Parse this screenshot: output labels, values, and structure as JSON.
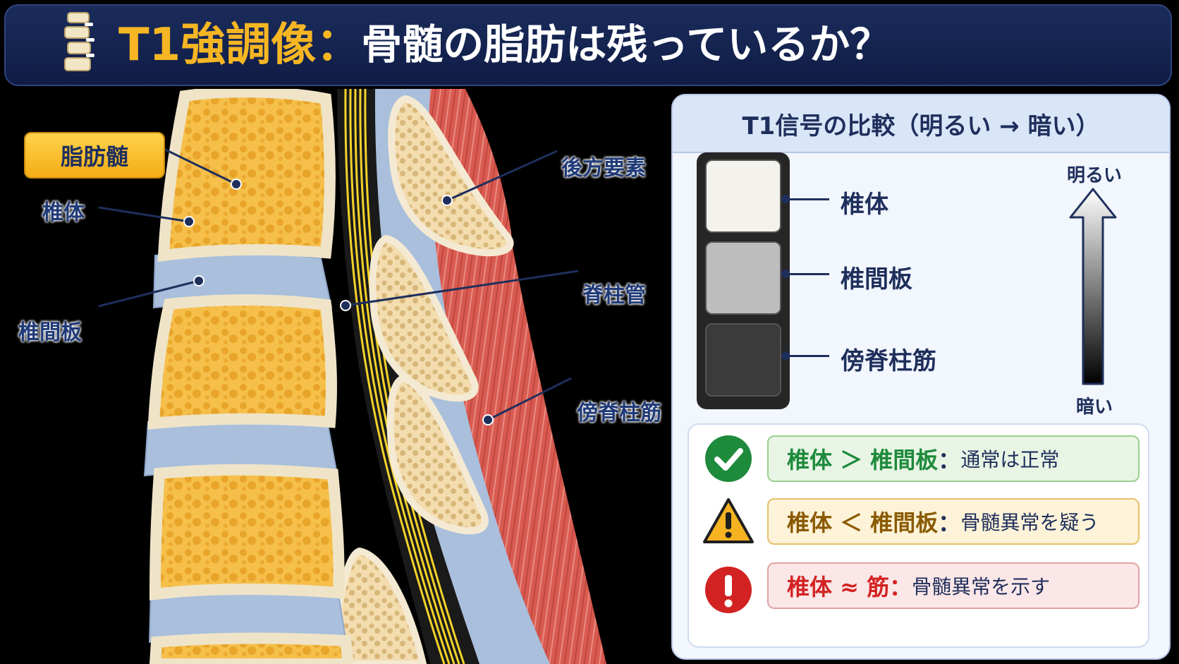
{
  "header": {
    "title_accent": "T1強調像：",
    "title_main": "骨髄の脂肪は残っているか？"
  },
  "illustration": {
    "labels": {
      "fat_marrow": "脂肪髄",
      "vertebral_body": "椎体",
      "disc": "椎間板",
      "posterior_elements": "後方要素",
      "spinal_canal": "脊柱管",
      "paraspinal_muscle": "傍脊柱筋"
    }
  },
  "panel": {
    "title": "T1信号の比較（明るい → 暗い）",
    "swatches": [
      {
        "label": "椎体",
        "color": "#f4f2ec"
      },
      {
        "label": "椎間板",
        "color": "#bdbdbd"
      },
      {
        "label": "傍脊柱筋",
        "color": "#3b3b3b"
      }
    ],
    "scale": {
      "bright": "明るい",
      "dark": "暗い"
    },
    "rules": [
      {
        "comparison": "椎体 ＞ 椎間板",
        "colon": "：",
        "result": "通常は正常",
        "icon": "check-icon",
        "color": "#1e8a3c"
      },
      {
        "comparison": "椎体 ＜ 椎間板",
        "colon": "：",
        "result": "骨髄異常を疑う",
        "icon": "warning-icon",
        "color": "#8a5a00"
      },
      {
        "comparison": "椎体 ≈ 筋",
        "colon": "：",
        "result": "骨髄異常を示す",
        "icon": "exclamation-icon",
        "color": "#d32222"
      }
    ]
  }
}
